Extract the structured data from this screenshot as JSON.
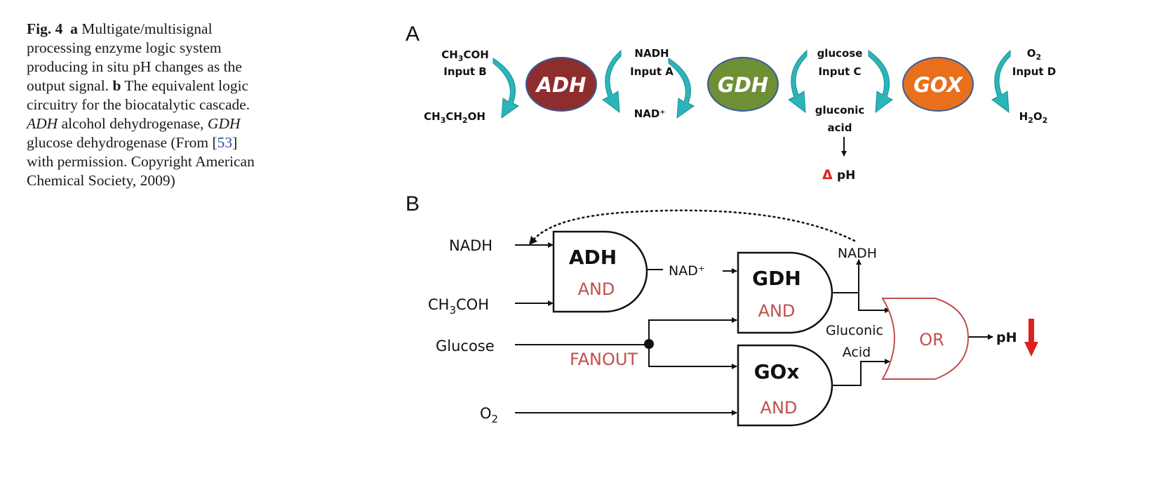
{
  "caption": {
    "fig": "Fig. 4",
    "a": "a",
    "a_text": "Multigate/multisignal processing enzyme logic system producing in situ pH changes as the output signal.",
    "b": "b",
    "b_text": "The equivalent logic circuitry for the biocatalytic cascade.",
    "abbr1": "ADH",
    "abbr1_text": "alcohol dehydrogenase,",
    "abbr2": "GDH",
    "abbr2_text": "glucose dehydrogenase",
    "from_open": "(From [",
    "ref": "53",
    "from_close": "] with permission. Copyright American Chemical Society, 2009)"
  },
  "panelA": {
    "label": "A",
    "enzymes": [
      {
        "name": "ADH",
        "color": "#8e2d2d"
      },
      {
        "name": "GDH",
        "color": "#6f8f34"
      },
      {
        "name": "GOX",
        "color": "#e86f1c"
      }
    ],
    "cols": [
      {
        "top_sub": [
          "CH",
          "3",
          "COH"
        ],
        "top2": "Input B",
        "bottom_sub": [
          "CH",
          "3",
          "CH",
          "2",
          "OH"
        ]
      },
      {
        "top": "NADH",
        "top2": "Input A",
        "bottom": "NAD⁺"
      },
      {
        "top": "glucose",
        "top2": "Input C",
        "bottom": "gluconic",
        "bottom2": "acid"
      },
      {
        "top_sub": [
          "O",
          "2"
        ],
        "top2": "Input D",
        "bottom_sub": [
          "H",
          "2",
          "O",
          "2"
        ]
      }
    ],
    "delta": "Δ",
    "ph": "pH",
    "arrow_color": "#2bb5b8"
  },
  "panelB": {
    "label": "B",
    "inputs": {
      "nadh": "NADH",
      "ch3coh": [
        "CH",
        "3",
        "COH"
      ],
      "glucose": "Glucose",
      "o2": [
        "O",
        "2"
      ]
    },
    "fanout": "FANOUT",
    "gates": [
      {
        "name": "ADH",
        "type": "AND"
      },
      {
        "name": "GDH",
        "type": "AND"
      },
      {
        "name": "GOx",
        "type": "AND"
      },
      {
        "name": "",
        "type": "OR"
      }
    ],
    "nad_plus": "NAD⁺",
    "nadh_out": "NADH",
    "gluconic": "Gluconic",
    "acid": "Acid",
    "ph": "pH",
    "accent": "#c0504d",
    "down_arrow": "#e02020"
  }
}
